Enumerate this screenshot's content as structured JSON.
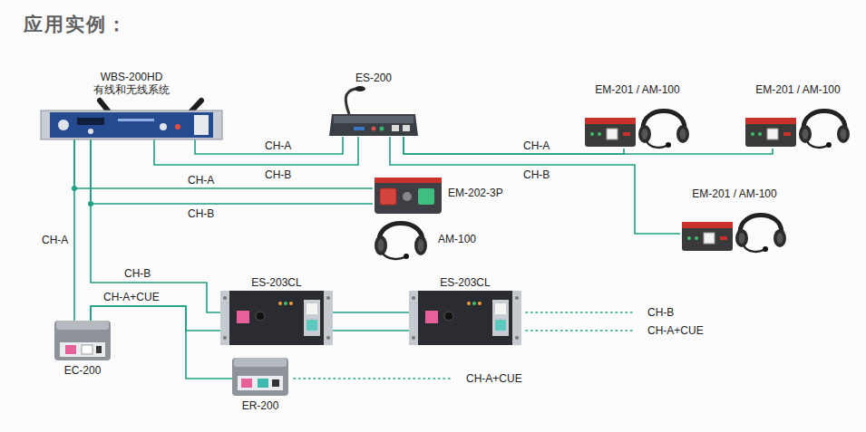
{
  "diagram": {
    "title": "应用实例：",
    "nodes": [
      {
        "text": [
          "WBS-200HD",
          "有线和无线系统"
        ]
      },
      {
        "text": [
          "ES-200"
        ]
      },
      {
        "text": [
          "EM-201 / AM-100"
        ]
      },
      {
        "text": [
          "EM-201 / AM-100"
        ]
      },
      {
        "text": [
          "EM-201 / AM-100"
        ]
      },
      {
        "text": [
          "EM-202-3P"
        ]
      },
      {
        "text": [
          "AM-100"
        ]
      },
      {
        "text": [
          "ES-203CL"
        ]
      },
      {
        "text": [
          "ES-203CL"
        ]
      },
      {
        "text": [
          "EC-200"
        ]
      },
      {
        "text": [
          "ER-200"
        ]
      }
    ],
    "edges": [
      {
        "from": 0,
        "to": 1,
        "label": "CH-A",
        "arrow": "none"
      },
      {
        "from": 0,
        "to": 1,
        "label": "CH-B",
        "arrow": "none"
      },
      {
        "from": 1,
        "to": 2,
        "label": "CH-A",
        "arrow": "none"
      },
      {
        "from": 1,
        "to": 3,
        "arrow": "none"
      },
      {
        "from": 1,
        "to": 4,
        "label": "CH-B",
        "arrow": "none"
      },
      {
        "from": 0,
        "to": 5,
        "label": "CH-A",
        "arrow": "none"
      },
      {
        "from": 0,
        "to": 5,
        "label": "CH-B",
        "arrow": "none"
      },
      {
        "from": 0,
        "to": 9,
        "label": "CH-A",
        "arrow": "none"
      },
      {
        "from": 0,
        "to": 7,
        "label": "CH-B",
        "arrow": "none"
      },
      {
        "from": 9,
        "to": 7,
        "label": "CH-A+CUE",
        "arrow": "none"
      },
      {
        "from": 9,
        "to": 10,
        "arrow": "none"
      },
      {
        "from": 7,
        "to": 8,
        "arrow": "none"
      },
      {
        "from": 7,
        "to": 8,
        "arrow": "none"
      }
    ],
    "labels": [
      "CH-B",
      "CH-A+CUE",
      "CH-A+CUE"
    ]
  }
}
